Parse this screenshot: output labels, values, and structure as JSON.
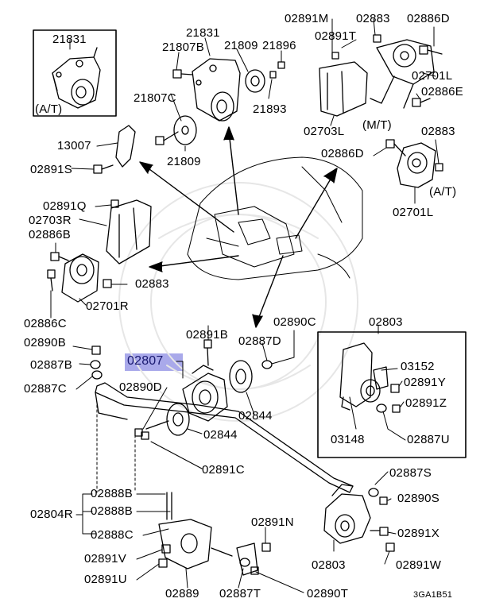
{
  "diagram": {
    "labels": {
      "p21831a": "21831",
      "at1": "(A/T)",
      "p21831b": "21831",
      "p21807b": "21807B",
      "p21809a": "21809",
      "p21896": "21896",
      "p21807c": "21807C",
      "p21893": "21893",
      "p21809b": "21809",
      "p13007": "13007",
      "p02891s": "02891S",
      "p02891m": "02891M",
      "p02883a": "02883",
      "p02886d1": "02886D",
      "p02891t": "02891T",
      "p02701l1": "02701L",
      "p02886e": "02886E",
      "mt": "(M/T)",
      "p02703l": "02703L",
      "p02883b": "02883",
      "p02886d2": "02886D",
      "at2": "(A/T)",
      "p02701l2": "02701L",
      "p02891q": "02891Q",
      "p02703r": "02703R",
      "p02886b": "02886B",
      "p02883c": "02883",
      "p02701r": "02701R",
      "p02886c": "02886C",
      "p02891b": "02891B",
      "p02890c": "02890C",
      "p02887d": "02887D",
      "p02890b": "02890B",
      "p02887b": "02887B",
      "p02887c": "02887C",
      "p02807": "02807",
      "p02890d": "02890D",
      "p02844a": "02844",
      "p02844b": "02844",
      "p02891c": "02891C",
      "p02803a": "02803",
      "p03152": "03152",
      "p02891y": "02891Y",
      "p02891z": "02891Z",
      "p03148": "03148",
      "p02887u": "02887U",
      "p02888b1": "02888B",
      "p02888b2": "02888B",
      "p02804r": "02804R",
      "p02888c": "02888C",
      "p02891v": "02891V",
      "p02891u": "02891U",
      "p02889": "02889",
      "p02887t": "02887T",
      "p02890t": "02890T",
      "p02891n": "02891N",
      "p02887s": "02887S",
      "p02890s": "02890S",
      "p02891x": "02891X",
      "p02803b": "02803",
      "p02891w": "02891W",
      "code": "3GA1B51"
    },
    "highlight_color": "#a9a9ea"
  }
}
